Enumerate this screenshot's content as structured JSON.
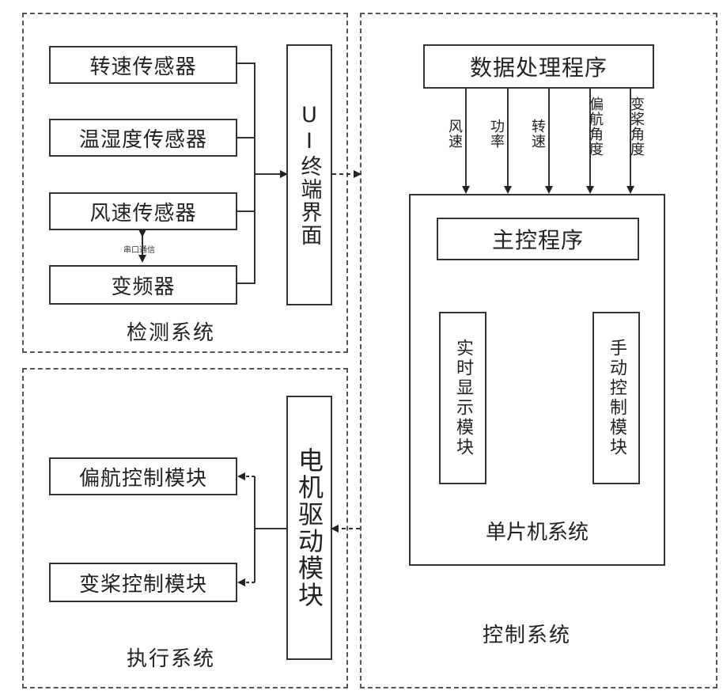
{
  "detection_system": {
    "title": "检测系统",
    "sensors": [
      "转速传感器",
      "温湿度传感器",
      "风速传感器",
      "变频器"
    ],
    "serial_label": "串口通信",
    "ui_terminal": "UI终端界面"
  },
  "execution_system": {
    "title": "执行系统",
    "modules": [
      "偏航控制模块",
      "变桨控制模块"
    ],
    "motor_drive": "电机驱动模块"
  },
  "control_system": {
    "title": "控制系统",
    "data_processing": "数据处理程序",
    "signals": [
      "风速",
      "功率",
      "转速",
      "偏航角度",
      "变桨角度"
    ],
    "mcu_system": {
      "title": "单片机系统",
      "main_program": "主控程序",
      "realtime_display": "实时显示模块",
      "manual_control": "手动控制模块"
    }
  }
}
